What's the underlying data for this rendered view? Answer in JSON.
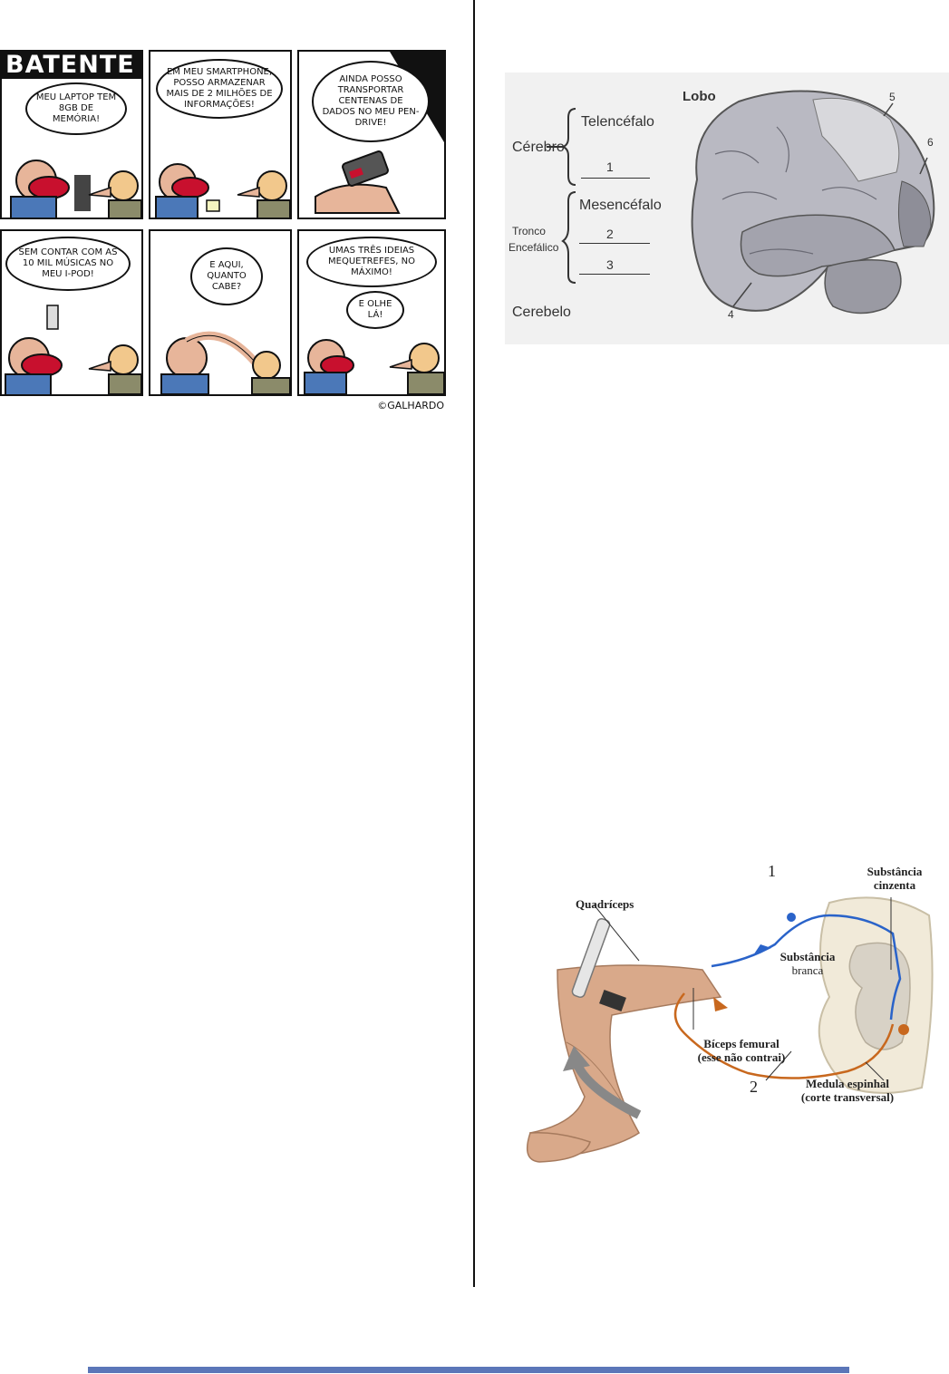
{
  "comic": {
    "title": "BATENTE",
    "credit": "©GALHARDO",
    "panels": [
      {
        "text": "MEU LAPTOP TEM 8GB DE MEMÓRIA!"
      },
      {
        "text": "EM MEU SMARTPHONE, POSSO ARMAZENAR MAIS DE 2 MILHÕES DE INFORMAÇÕES!"
      },
      {
        "text": "AINDA POSSO TRANSPORTAR CENTENAS DE DADOS NO MEU PEN-DRIVE!"
      },
      {
        "text": "SEM CONTAR COM AS 10 MIL MÚSICAS NO MEU I-POD!"
      },
      {
        "text": "E AQUI, QUANTO CABE?"
      },
      {
        "text": "UMAS TRÊS IDEIAS MEQUETREFES, NO MÁXIMO!",
        "text2": "E OLHE LÁ!"
      }
    ]
  },
  "brain": {
    "lobo": "Lobo",
    "cerebro": "Cérebro",
    "telencefalo": "Telencéfalo",
    "n1": "1",
    "tronco1": "Tronco",
    "tronco2": "Encefálico",
    "mesencefalo": "Mesencéfalo",
    "n2": "2",
    "n3": "3",
    "cerebelo": "Cerebelo",
    "n4": "4",
    "n5": "5",
    "n6": "6"
  },
  "reflex": {
    "n1": "1",
    "n2": "2",
    "quadriceps": "Quadríceps",
    "substancia_cinzenta_1": "Substância",
    "substancia_cinzenta_2": "cinzenta",
    "substancia_branca_1": "Substância",
    "substancia_branca_2": "branca",
    "biceps_1": "Bíceps femural",
    "biceps_2": "(esse não contrai)",
    "medula_1": "Medula espinhal",
    "medula_2": "(corte transversal)"
  },
  "colors": {
    "footer": "#5b76b8",
    "sensory": "#2a63c9",
    "motor": "#c8681e"
  }
}
